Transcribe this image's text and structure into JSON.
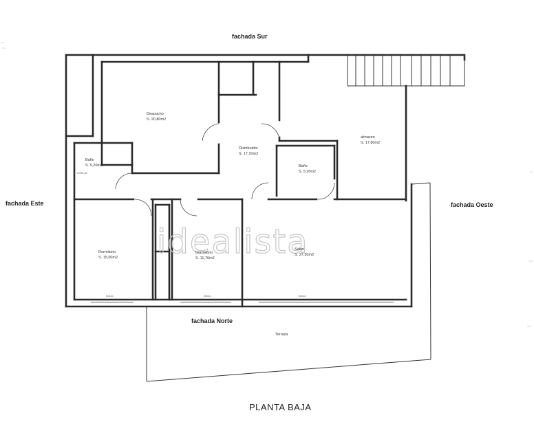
{
  "facades": {
    "sur": "fachada Sur",
    "este": "fachada Este",
    "oeste": "fachada Oeste",
    "norte": "fachada Norte"
  },
  "rooms": {
    "despacho": {
      "name": "Despacho",
      "area": "S. 20,80m2"
    },
    "distribuidor": {
      "name": "Distribuidor",
      "area": "S. 17,10m2"
    },
    "almacen": {
      "name": "almacen",
      "area": "S. 17,80m2"
    },
    "bano_este": {
      "name": "Baño",
      "area": "S. 5,20m2"
    },
    "bano_centro": {
      "name": "Baño",
      "area": "S. 5,20m2"
    },
    "dormitorio_1": {
      "name": "Dormitorio",
      "area": "S. 15,00m2"
    },
    "dormitorio_2": {
      "name": "Dormitorio",
      "area": "S. 11,70m2"
    },
    "salon": {
      "name": "Salon",
      "area": "S. 27,30m2"
    },
    "terraza": {
      "name": "Terraza"
    }
  },
  "dimensions": {
    "d1": "0,70/1,20",
    "d2": "0x0,10",
    "d3": "0x0,10",
    "d4": "0x0,10"
  },
  "watermark": "idealista",
  "title": "PLANTA BAJA"
}
